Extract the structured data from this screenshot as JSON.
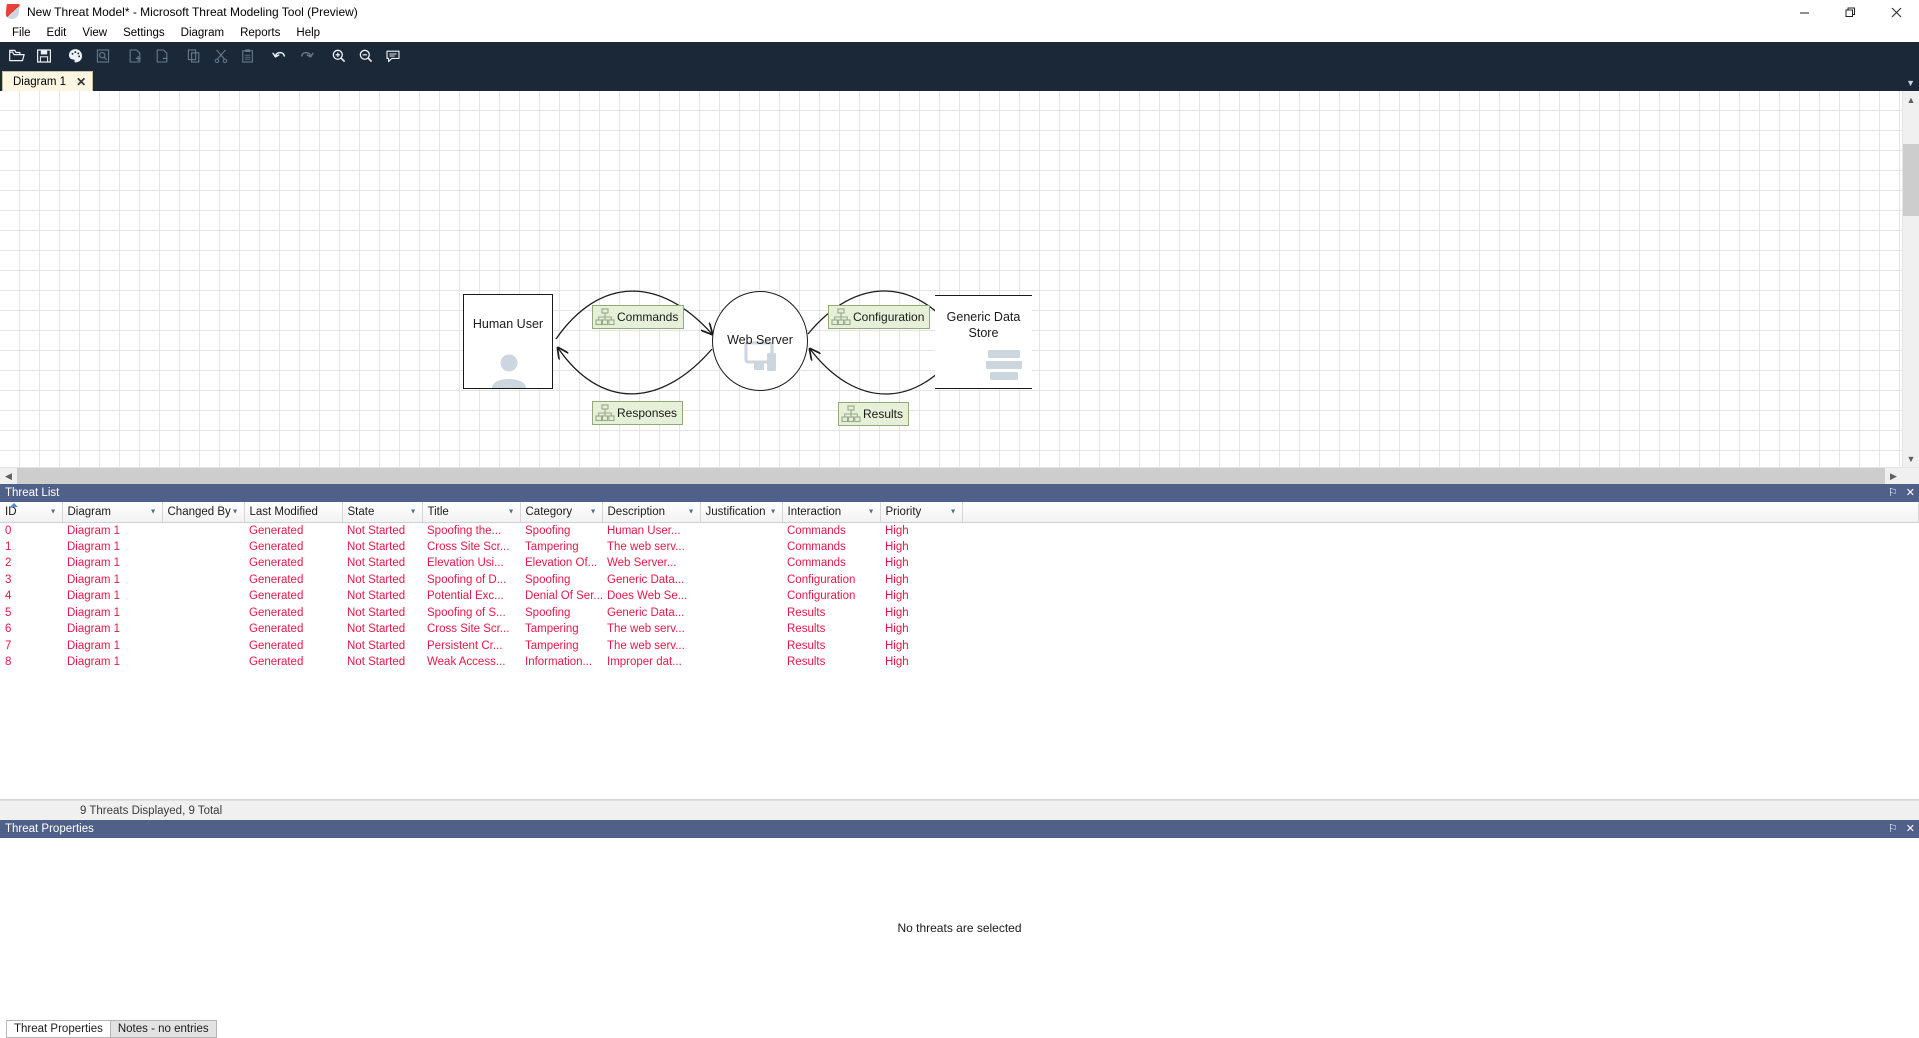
{
  "window": {
    "title": "New Threat Model* - Microsoft Threat Modeling Tool  (Preview)",
    "minimize_label": "Minimize",
    "maximize_label": "Maximize",
    "close_label": "Close"
  },
  "menubar": {
    "items": [
      {
        "label": "File"
      },
      {
        "label": "Edit"
      },
      {
        "label": "View"
      },
      {
        "label": "Settings"
      },
      {
        "label": "Diagram"
      },
      {
        "label": "Reports"
      },
      {
        "label": "Help"
      }
    ]
  },
  "toolbar": {
    "buttons": [
      {
        "icon": "open-folder-icon",
        "label": "Open Model"
      },
      {
        "icon": "save-icon",
        "label": "Save Model"
      },
      {
        "icon": "palette-icon",
        "label": "Design View"
      },
      {
        "icon": "analysis-view-icon",
        "label": "Analysis View"
      },
      {
        "icon": "add-diagram-icon",
        "label": "Add Diagram"
      },
      {
        "icon": "remove-diagram-icon",
        "label": "Remove Diagram"
      },
      {
        "icon": "copy-icon",
        "label": "Copy"
      },
      {
        "icon": "cut-icon",
        "label": "Cut"
      },
      {
        "icon": "paste-icon",
        "label": "Paste"
      },
      {
        "icon": "undo-icon",
        "label": "Undo"
      },
      {
        "icon": "redo-icon",
        "label": "Redo"
      },
      {
        "icon": "zoom-in-icon",
        "label": "Zoom In"
      },
      {
        "icon": "zoom-out-icon",
        "label": "Zoom Out"
      },
      {
        "icon": "comment-icon",
        "label": "Notes"
      }
    ]
  },
  "tabs": {
    "items": [
      {
        "label": "Diagram 1",
        "close": "✕"
      }
    ],
    "overflow": "▼"
  },
  "diagram": {
    "nodes": [
      {
        "id": "human-user",
        "type": "external-entity",
        "label": "Human User"
      },
      {
        "id": "web-server",
        "type": "process",
        "label": "Web Server"
      },
      {
        "id": "generic-data-store",
        "type": "data-store",
        "label": "Generic Data Store"
      }
    ],
    "flows": [
      {
        "id": "commands",
        "label": "Commands"
      },
      {
        "id": "responses",
        "label": "Responses"
      },
      {
        "id": "configuration",
        "label": "Configuration"
      },
      {
        "id": "results",
        "label": "Results"
      }
    ]
  },
  "threat_list": {
    "panel_title": "Threat List",
    "pin_icon": "⚐",
    "close_icon": "✕",
    "columns": [
      {
        "key": "id",
        "label": "ID",
        "sorted": "asc"
      },
      {
        "key": "diagram",
        "label": "Diagram"
      },
      {
        "key": "changed_by",
        "label": "Changed By"
      },
      {
        "key": "last_modified",
        "label": "Last Modified"
      },
      {
        "key": "state",
        "label": "State"
      },
      {
        "key": "title",
        "label": "Title"
      },
      {
        "key": "category",
        "label": "Category"
      },
      {
        "key": "description",
        "label": "Description"
      },
      {
        "key": "justification",
        "label": "Justification"
      },
      {
        "key": "interaction",
        "label": "Interaction"
      },
      {
        "key": "priority",
        "label": "Priority"
      }
    ],
    "rows": [
      {
        "id": "0",
        "diagram": "Diagram 1",
        "changed_by": "",
        "last_modified": "Generated",
        "state": "Not Started",
        "title": "Spoofing the...",
        "category": "Spoofing",
        "description": "Human User...",
        "justification": "",
        "interaction": "Commands",
        "priority": "High"
      },
      {
        "id": "1",
        "diagram": "Diagram 1",
        "changed_by": "",
        "last_modified": "Generated",
        "state": "Not Started",
        "title": "Cross Site Scr...",
        "category": "Tampering",
        "description": "The web serv...",
        "justification": "",
        "interaction": "Commands",
        "priority": "High"
      },
      {
        "id": "2",
        "diagram": "Diagram 1",
        "changed_by": "",
        "last_modified": "Generated",
        "state": "Not Started",
        "title": "Elevation Usi...",
        "category": "Elevation Of...",
        "description": "Web Server...",
        "justification": "",
        "interaction": "Commands",
        "priority": "High"
      },
      {
        "id": "3",
        "diagram": "Diagram 1",
        "changed_by": "",
        "last_modified": "Generated",
        "state": "Not Started",
        "title": "Spoofing of D...",
        "category": "Spoofing",
        "description": "Generic Data...",
        "justification": "",
        "interaction": "Configuration",
        "priority": "High"
      },
      {
        "id": "4",
        "diagram": "Diagram 1",
        "changed_by": "",
        "last_modified": "Generated",
        "state": "Not Started",
        "title": "Potential Exc...",
        "category": "Denial Of Ser...",
        "description": "Does Web Se...",
        "justification": "",
        "interaction": "Configuration",
        "priority": "High"
      },
      {
        "id": "5",
        "diagram": "Diagram 1",
        "changed_by": "",
        "last_modified": "Generated",
        "state": "Not Started",
        "title": "Spoofing of S...",
        "category": "Spoofing",
        "description": "Generic Data...",
        "justification": "",
        "interaction": "Results",
        "priority": "High"
      },
      {
        "id": "6",
        "diagram": "Diagram 1",
        "changed_by": "",
        "last_modified": "Generated",
        "state": "Not Started",
        "title": "Cross Site Scr...",
        "category": "Tampering",
        "description": "The web serv...",
        "justification": "",
        "interaction": "Results",
        "priority": "High"
      },
      {
        "id": "7",
        "diagram": "Diagram 1",
        "changed_by": "",
        "last_modified": "Generated",
        "state": "Not Started",
        "title": "Persistent Cr...",
        "category": "Tampering",
        "description": "The web serv...",
        "justification": "",
        "interaction": "Results",
        "priority": "High"
      },
      {
        "id": "8",
        "diagram": "Diagram 1",
        "changed_by": "",
        "last_modified": "Generated",
        "state": "Not Started",
        "title": "Weak Access...",
        "category": "Information...",
        "description": "Improper dat...",
        "justification": "",
        "interaction": "Results",
        "priority": "High"
      }
    ],
    "status": "9 Threats Displayed, 9 Total"
  },
  "threat_properties": {
    "panel_title": "Threat Properties",
    "pin_icon": "⚐",
    "close_icon": "✕",
    "empty_message": "No threats are selected",
    "tabs": [
      {
        "label": "Threat Properties",
        "active": true
      },
      {
        "label": "Notes - no entries",
        "active": false
      }
    ]
  },
  "colors": {
    "toolbar_bg": "#1b2838",
    "panel_header_bg": "#4f6189",
    "threat_text": "#e8174a",
    "tab_bg": "#fdf6e3",
    "flow_label_bg": "#e6efd8"
  }
}
